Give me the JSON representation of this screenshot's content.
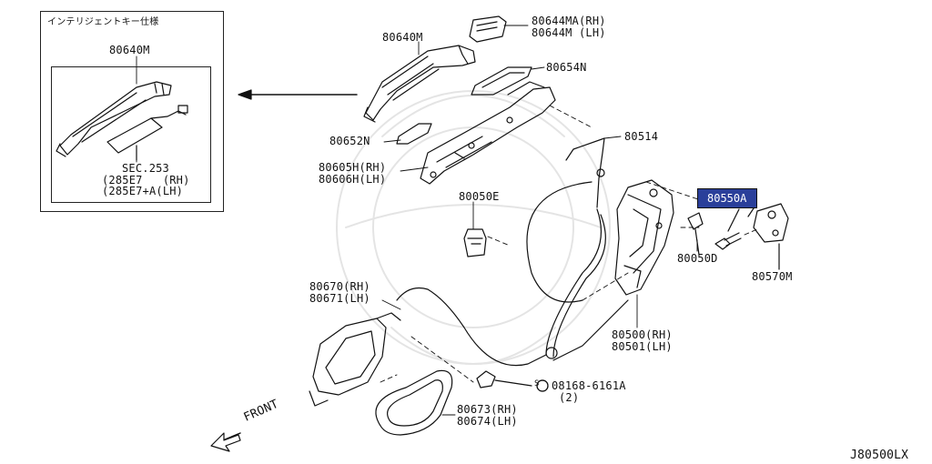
{
  "inset": {
    "title": "インテリジェントキー仕様",
    "part_label": "80640M",
    "sec_line1": "SEC.253",
    "sec_line2": "(285E7   (RH)",
    "sec_line3": "(285E7+A(LH)"
  },
  "parts": {
    "p80644MA": "80644MA(RH)",
    "p80644M": "80644M (LH)",
    "p80640M": "80640M",
    "p80654N": "80654N",
    "p80652N": "80652N",
    "p80514": "80514",
    "p80605H": "80605H(RH)",
    "p80606H": "80606H(LH)",
    "p80050E": "80050E",
    "p80550A": "80550A",
    "p80050D": "80050D",
    "p80570M": "80570M",
    "p80670": "80670(RH)",
    "p80671": "80671(LH)",
    "p80500": "80500(RH)",
    "p80501": "80501(LH)",
    "p08168": "08168-6161A",
    "p08168_qty": "(2)",
    "p80673": "80673(RH)",
    "p80674": "80674(LH)"
  },
  "front_label": "FRONT",
  "diagram_code": "J80500LX",
  "colors": {
    "highlight": "#2a3f9a",
    "line": "#111111"
  }
}
